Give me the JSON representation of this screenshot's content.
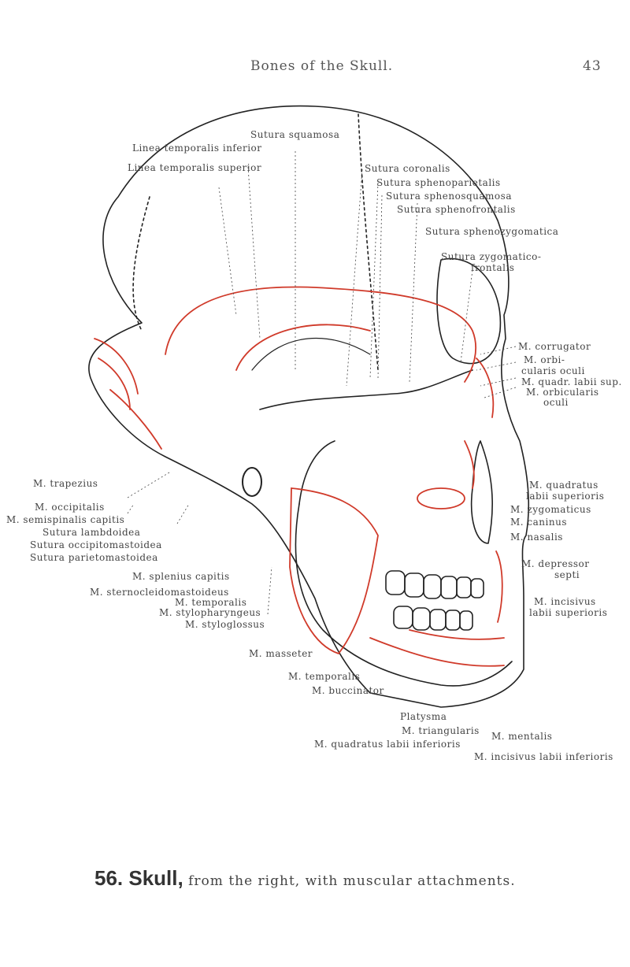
{
  "header": {
    "left": "Bones of the Skull.",
    "right": "43"
  },
  "labels_top": {
    "sutura_squamosa": "Sutura squamosa",
    "linea_temporalis_inferior": "Linea temporalis inferior",
    "linea_temporalis_superior": "Linea temporalis superior",
    "sutura_coronalis": "Sutura coronalis",
    "sutura_sphenoparietalis": "Sutura sphenoparietalis",
    "sutura_sphenosquamosa": "Sutura sphenosquamosa",
    "sutura_sphenofrontalis": "Sutura sphenofrontalis",
    "sutura_sphenozygomatica": "Sutura sphenozygomatica",
    "sutura_zygomaticofrontalis_1": "Sutura zygomatico-",
    "sutura_zygomaticofrontalis_2": "frontalis"
  },
  "labels_right": {
    "m_corrugator": "M. corrugator",
    "m_orbicularis_oculi_1": "M. orbi-",
    "m_orbicularis_oculi_2": "cularis oculi",
    "m_quadr_labii_sup": "M. quadr. labii sup.",
    "m_orbicularis_1": "M. orbicularis",
    "m_orbicularis_2": "oculi",
    "m_quadratus_1": "M. quadratus",
    "m_quadratus_2": "labii superioris",
    "m_zygomaticus": "M. zygomaticus",
    "m_caninus": "M. caninus",
    "m_nasalis": "M. nasalis",
    "m_depressor_1": "M. depressor",
    "m_depressor_2": "septi",
    "m_incisivus_1": "M. incisivus",
    "m_incisivus_2": "labii superioris"
  },
  "labels_left": {
    "m_trapezius": "M. trapezius",
    "m_occipitalis": "M. occipitalis",
    "m_semispinalis": "M. semispinalis capitis",
    "sutura_lambdoidea": "Sutura lambdoidea",
    "sutura_occipitomastoidea": "Sutura occipitomastoidea",
    "sutura_parietomastoidea": "Sutura parietomastoidea",
    "m_splenius": "M. splenius capitis",
    "m_sternocleido": "M. sternocleidomastoideus",
    "m_temporalis_1": "M. temporalis",
    "m_stylopharyngeus": "M. stylopharyngeus",
    "m_styloglossus": "M. styloglossus"
  },
  "labels_bottom": {
    "m_masseter": "M. masseter",
    "m_temporalis_2": "M. temporalis",
    "m_buccinator": "M. buccinator",
    "platysma": "Platysma",
    "m_triangularis": "M. triangularis",
    "m_mentalis": "M. mentalis",
    "m_quadratus_inf": "M. quadratus labii inferioris",
    "m_incisivus_inf": "M. incisivus labii inferioris"
  },
  "caption": {
    "number": "56. Skull,",
    "text": " from the right, with muscular attachments."
  },
  "colors": {
    "attachment_lines": "#d03a2a",
    "bone_lines": "#222222"
  }
}
